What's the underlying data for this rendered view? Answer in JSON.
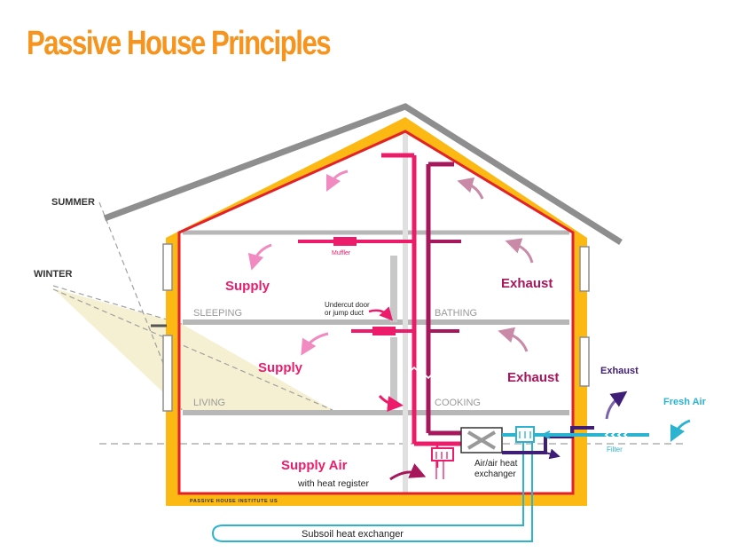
{
  "title": "Passive House Principles",
  "labels": {
    "summer": "SUMMER",
    "winter": "WINTER",
    "muffler": "Muffler",
    "supply_upper": "Supply",
    "exhaust_upper": "Exhaust",
    "undercut_line1": "Undercut door",
    "undercut_line2": "or jump duct",
    "sleeping": "SLEEPING",
    "bathing": "BATHING",
    "supply_lower": "Supply",
    "exhaust_lower": "Exhaust",
    "living": "LIVING",
    "cooking": "COOKING",
    "exhaust_outside": "Exhaust",
    "fresh_air": "Fresh Air",
    "filter": "Filter",
    "supply_air": "Supply Air",
    "heat_register": "with heat register",
    "hx_line1": "Air/air heat",
    "hx_line2": "exchanger",
    "institute": "PASSIVE HOUSE INSTITUTE US",
    "subsoil": "Subsoil heat exchanger"
  },
  "colors": {
    "title": "#f7941d",
    "insulation": "#fdb913",
    "airtight_line": "#e2212b",
    "supply": "#ec1c6b",
    "supply_light": "#f08ac0",
    "exhaust": "#a6175c",
    "exhaust_outside": "#3f1e77",
    "fresh_air": "#2bb3d0",
    "roof": "#8e8e8e",
    "floor": "#b7b7b7",
    "sun": "#f5f0d2"
  }
}
